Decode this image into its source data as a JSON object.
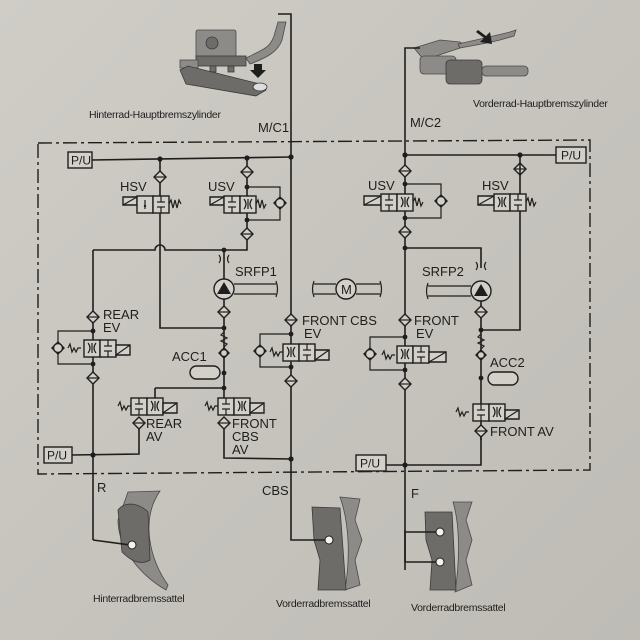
{
  "diagram": {
    "type": "hydraulic-brake-schematic",
    "components": {
      "rear_master_cylinder": {
        "caption": "Hinterrad-Hauptbremszylinder",
        "port_label": "M/C1"
      },
      "front_master_cylinder": {
        "caption": "Vorderrad-Hauptbremszylinder",
        "port_label": "M/C2"
      },
      "pressure_units": {
        "label": "P/U"
      },
      "left_circuit": {
        "hsv": "HSV",
        "usv": "USV",
        "pump": "SRFP1",
        "rear_ev_line1": "REAR",
        "rear_ev_line2": "EV",
        "front_cbs_ev_line1": "FRONT CBS",
        "front_cbs_ev_line2": "EV",
        "accumulator": "ACC1",
        "rear_av_line1": "REAR",
        "rear_av_line2": "AV",
        "front_cbs_av_line1": "FRONT",
        "front_cbs_av_line2": "CBS",
        "front_cbs_av_line3": "AV"
      },
      "motor": {
        "label": "M"
      },
      "right_circuit": {
        "usv": "USV",
        "hsv": "HSV",
        "pump": "SRFP2",
        "front_ev_line1": "FRONT",
        "front_ev_line2": "EV",
        "accumulator": "ACC2",
        "front_av": "FRONT AV"
      },
      "outputs": {
        "rear": "R",
        "cbs": "CBS",
        "front": "F"
      },
      "calipers": {
        "rear": "Hinterradbremssattel",
        "cbs_front": "Vorderradbremssattel",
        "front": "Vorderradbremssattel"
      }
    }
  }
}
